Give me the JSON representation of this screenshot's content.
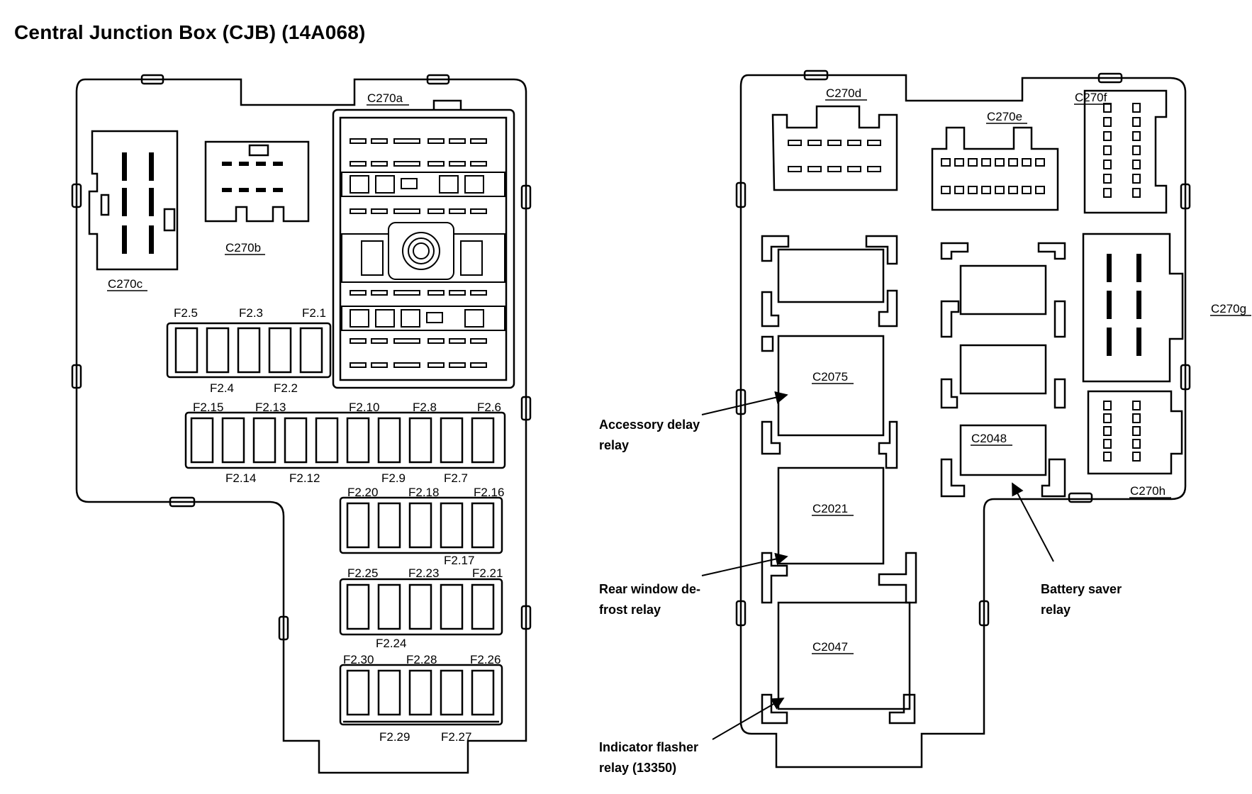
{
  "title": "Central Junction Box (CJB) (14A068)",
  "left_panel": {
    "connectors": {
      "c270a": "C270a",
      "c270b": "C270b",
      "c270c": "C270c"
    },
    "fuse_row_1": {
      "top": [
        "F2.5",
        "F2.3",
        "F2.1"
      ],
      "bottom": [
        "F2.4",
        "F2.2"
      ]
    },
    "fuse_row_2": {
      "top": [
        "F2.15",
        "F2.13",
        "F2.10",
        "F2.8",
        "F2.6"
      ],
      "bottom": [
        "F2.14",
        "F2.12",
        "F2.9",
        "F2.7"
      ]
    },
    "fuse_row_3": {
      "top": [
        "F2.20",
        "F2.18",
        "F2.16"
      ],
      "bottom": [
        "F2.17"
      ]
    },
    "fuse_row_4": {
      "top": [
        "F2.25",
        "F2.23",
        "F2.21"
      ],
      "bottom": [
        "F2.24"
      ]
    },
    "fuse_row_5": {
      "top": [
        "F2.30",
        "F2.28",
        "F2.26"
      ],
      "bottom": [
        "F2.29",
        "F2.27"
      ]
    }
  },
  "right_panel": {
    "connectors": {
      "c270d": "C270d",
      "c270e": "C270e",
      "c270f": "C270f",
      "c270g": "C270g",
      "c270h": "C270h"
    },
    "relays": {
      "c2075": "C2075",
      "c2048": "C2048",
      "c2021": "C2021",
      "c2047": "C2047"
    },
    "callouts": {
      "accessory_delay_1": "Accessory delay",
      "accessory_delay_2": "relay",
      "rear_window_1": "Rear window de-",
      "rear_window_2": "frost relay",
      "indicator_1": "Indicator flasher",
      "indicator_2": "relay (13350)",
      "battery_saver_1": "Battery saver",
      "battery_saver_2": "relay"
    }
  }
}
